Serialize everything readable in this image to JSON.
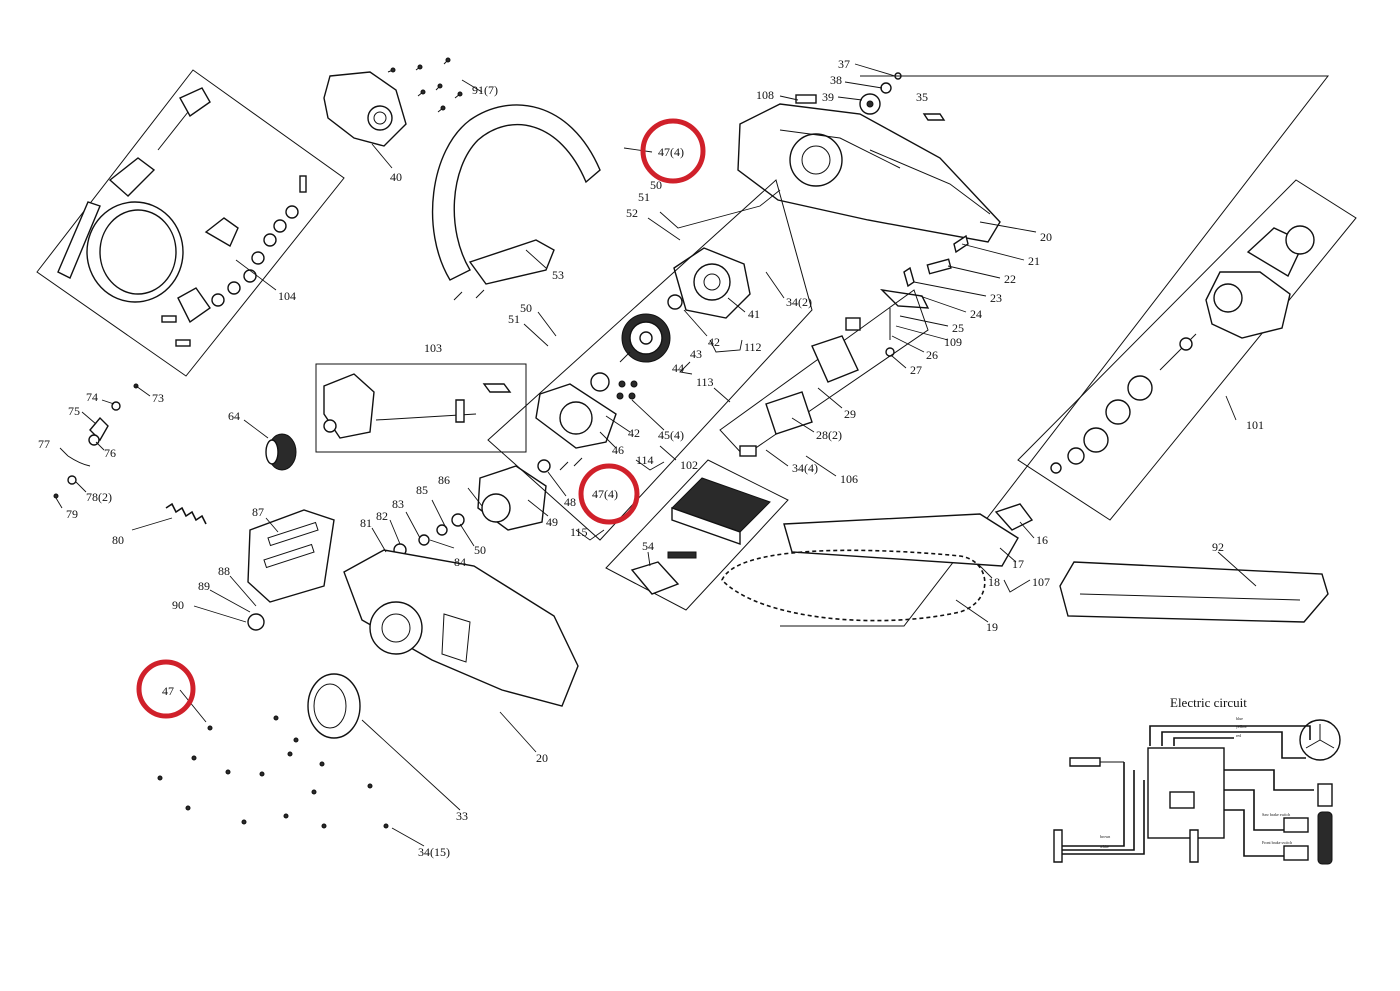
{
  "labels": {
    "l37": "37",
    "l38": "38",
    "l39": "39",
    "l35": "35",
    "l108": "108",
    "l91": "91(7)",
    "l40": "40",
    "l104": "104",
    "l53": "53",
    "l47a": "47(4)",
    "l50a": "50",
    "l51a": "51",
    "l52": "52",
    "l20a": "20",
    "l21": "21",
    "l22": "22",
    "l23": "23",
    "l24": "24",
    "l25": "25",
    "l109": "109",
    "l26": "26",
    "l27": "27",
    "l34a": "34(2)",
    "l41": "41",
    "l42a": "42",
    "l112": "112",
    "l43": "43",
    "l44": "44",
    "l113": "113",
    "l50b": "50",
    "l51b": "51",
    "l103": "103",
    "l101": "101",
    "l29": "29",
    "l28": "28(2)",
    "l34b": "34(4)",
    "l106": "106",
    "l73": "73",
    "l74": "74",
    "l75": "75",
    "l76": "76",
    "l77": "77",
    "l78": "78(2)",
    "l79": "79",
    "l64": "64",
    "l42b": "42",
    "l45": "45(4)",
    "l46": "46",
    "l114": "114",
    "l102": "102",
    "l47b": "47(4)",
    "l48": "48",
    "l49": "49",
    "l115": "115",
    "l86": "86",
    "l85": "85",
    "l83": "83",
    "l82": "82",
    "l81": "81",
    "l84": "84",
    "l50c": "50",
    "l87": "87",
    "l80": "80",
    "l88": "88",
    "l89": "89",
    "l90": "90",
    "l54": "54",
    "l16": "16",
    "l17": "17",
    "l18": "18",
    "l107": "107",
    "l19": "19",
    "l92": "92",
    "l20b": "20",
    "l33": "33",
    "l47c": "47",
    "l34c": "34(15)"
  },
  "circuit": {
    "title": "Electric circuit",
    "wire_blue": "blue",
    "wire_yellow": "yellow",
    "wire_red": "red",
    "wire_brown": "brown",
    "wire_white": "white",
    "switch_label": "Saw brake switch",
    "front_switch_label": "Front brake switch"
  },
  "highlights": {
    "color": "#d0202a",
    "items": [
      "47(4)",
      "47(4)",
      "47"
    ]
  }
}
